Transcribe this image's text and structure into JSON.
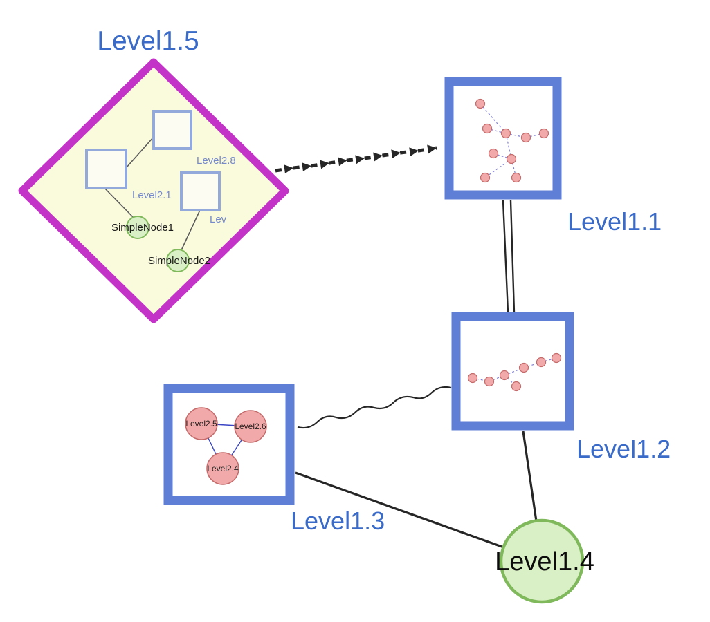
{
  "diagram": {
    "type": "nested-graph-visualization",
    "nodes": {
      "level1_5": {
        "label": "Level1.5",
        "shape": "diamond",
        "border": "magenta",
        "children": [
          "Level2.8",
          "Level2.1",
          "Lev",
          "SimpleNode1",
          "SimpleNode2"
        ]
      },
      "level1_1": {
        "label": "Level1.1",
        "shape": "square",
        "border": "blue",
        "inner_unlabeled_nodes": 9
      },
      "level1_2": {
        "label": "Level1.2",
        "shape": "square",
        "border": "blue",
        "inner_unlabeled_nodes": 7
      },
      "level1_3": {
        "label": "Level1.3",
        "shape": "square",
        "border": "blue",
        "children": [
          "Level2.5",
          "Level2.6",
          "Level2.4"
        ]
      },
      "level1_4": {
        "label": "Level1.4",
        "shape": "circle",
        "border": "green"
      },
      "level2_8": {
        "label": "Level2.8",
        "shape": "square"
      },
      "level2_1": {
        "label": "Level2.1",
        "shape": "square"
      },
      "lev": {
        "label": "Lev",
        "shape": "square"
      },
      "simple_node_1": {
        "label": "SimpleNode1",
        "shape": "circle-green"
      },
      "simple_node_2": {
        "label": "SimpleNode2",
        "shape": "circle-green"
      },
      "level2_5": {
        "label": "Level2.5",
        "shape": "circle-pink"
      },
      "level2_6": {
        "label": "Level2.6",
        "shape": "circle-pink"
      },
      "level2_4": {
        "label": "Level2.4",
        "shape": "circle-pink"
      }
    },
    "edges": [
      {
        "from": "Level1.5",
        "to": "Level1.1",
        "style": "bold-dashed-arrows"
      },
      {
        "from": "Level1.1",
        "to": "Level1.2",
        "style": "double-line"
      },
      {
        "from": "Level1.2",
        "to": "Level1.3",
        "style": "wavy-line"
      },
      {
        "from": "Level1.3",
        "to": "Level1.4",
        "style": "solid-line"
      },
      {
        "from": "Level1.2",
        "to": "Level1.4",
        "style": "solid-line"
      },
      {
        "from": "Level2.1",
        "to": "Level2.8",
        "style": "thin-gray"
      },
      {
        "from": "Level2.1",
        "to": "SimpleNode1",
        "style": "thin-gray"
      },
      {
        "from": "Lev",
        "to": "SimpleNode2",
        "style": "thin-gray"
      },
      {
        "from": "Level2.5",
        "to": "Level2.6",
        "style": "thin-blue"
      },
      {
        "from": "Level2.5",
        "to": "Level2.4",
        "style": "thin-blue"
      },
      {
        "from": "Level2.6",
        "to": "Level2.4",
        "style": "thin-blue"
      }
    ],
    "colors": {
      "label_blue": "#3A6BC8",
      "inner_label_blue": "#7589CB",
      "diamond_border": "#C433C8",
      "diamond_fill": "#FAFADC",
      "group_node_border": "#5F7FD6",
      "inner_square_border": "#93A9DC",
      "inner_square_fill": "#FCFCF2",
      "green_node_fill": "#D9EFC5",
      "green_node_border": "#7FB95C",
      "pink_node_fill": "#F2A9A9",
      "pink_node_border": "#C46A6A",
      "edge_color": "#262626",
      "inner_edge_blue": "#3A45C4",
      "dashed_edge_blue": "#8080D8"
    }
  }
}
